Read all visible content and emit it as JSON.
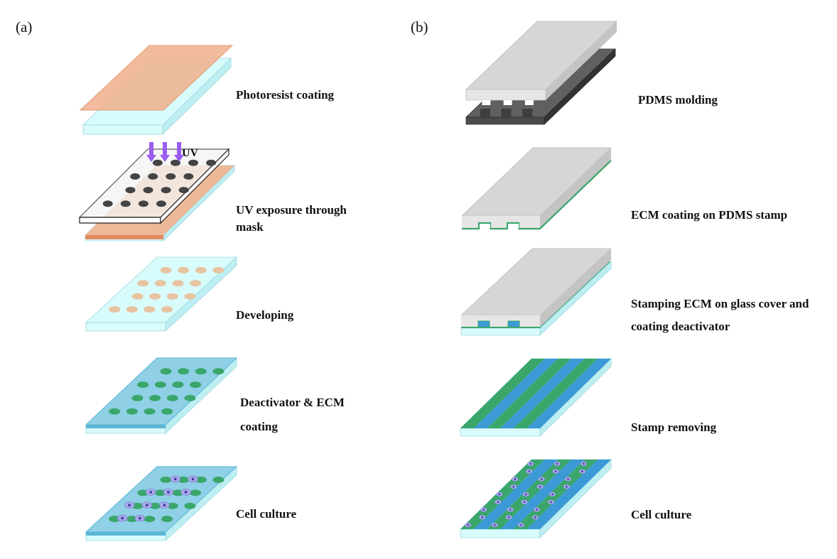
{
  "panels": [
    {
      "label": "(a)",
      "steps": [
        {
          "text": "Photoresist coating"
        },
        {
          "text": "UV exposure through mask"
        },
        {
          "text": "Developing"
        },
        {
          "text": "Deactivator & ECM coating"
        },
        {
          "text": "Cell culture"
        }
      ],
      "uv_label": "UV"
    },
    {
      "label": "(b)",
      "steps": [
        {
          "text": "PDMS molding"
        },
        {
          "text": "ECM coating on PDMS stamp"
        },
        {
          "text": "Stamping ECM on glass cover and coating deactivator"
        },
        {
          "text": "Stamp removing"
        },
        {
          "text": "Cell culture"
        }
      ]
    }
  ],
  "colors": {
    "glass_top": "#d8fbfb",
    "glass_side": "#bdeef2",
    "photoresist": "#f0b08c",
    "photoresist_edge": "#e08a5e",
    "mask_dot": "#444444",
    "uv_arrow": "#9b5cf0",
    "developed_dot": "#e8c3a0",
    "deactivator": "#8fd0e6",
    "deactivator_edge": "#5ab4d6",
    "ecm_green": "#3aa66a",
    "pdms_gray": "#d6d6d6",
    "mold_dark": "#4a4a4a",
    "stripe_blue": "#3b9ad6",
    "cell_purple": "#a9a9e8",
    "cell_nucleus": "#3a3aa0"
  }
}
